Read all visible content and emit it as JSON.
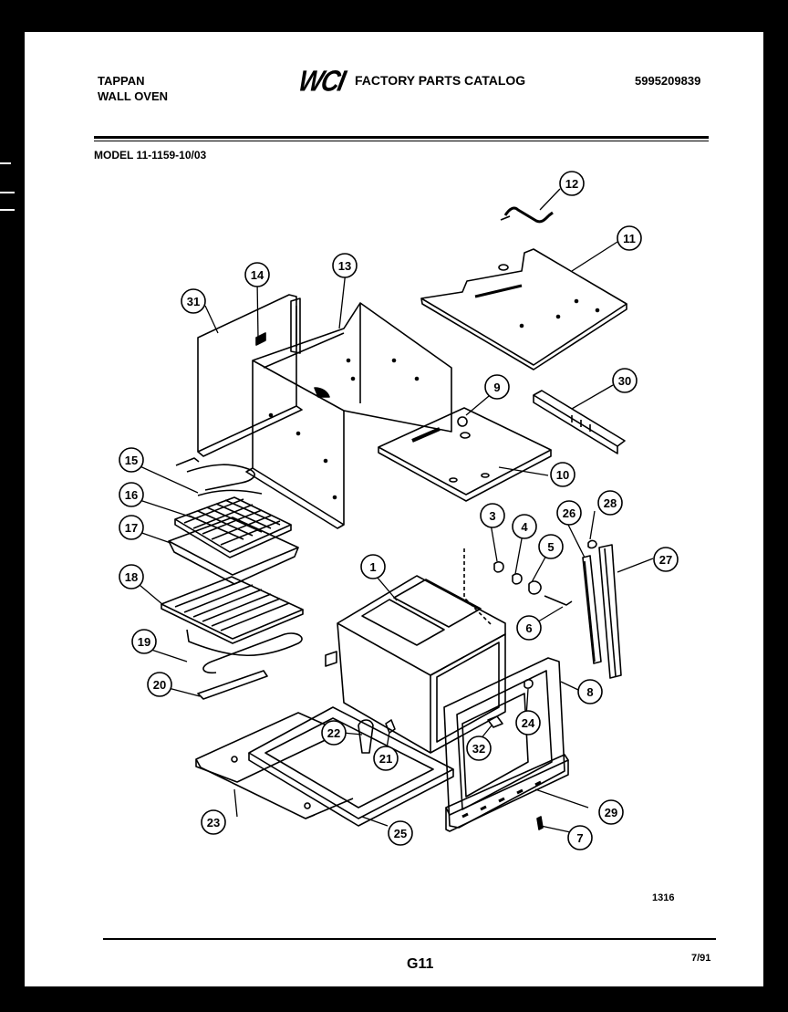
{
  "header": {
    "brand_line1": "TAPPAN",
    "brand_line2": "WALL OVEN",
    "logo_text": "WCI",
    "catalog_title": "FACTORY PARTS CATALOG",
    "catalog_number": "5995209839",
    "model": "MODEL 11-1159-10/03"
  },
  "diagram": {
    "part_labels": [
      "12",
      "11",
      "14",
      "13",
      "31",
      "9",
      "30",
      "10",
      "15",
      "16",
      "17",
      "3",
      "4",
      "5",
      "26",
      "28",
      "27",
      "18",
      "1",
      "6",
      "19",
      "8",
      "20",
      "22",
      "24",
      "32",
      "21",
      "29",
      "23",
      "25",
      "7"
    ]
  },
  "footer": {
    "diagram_code": "1316",
    "page_code": "G11",
    "date": "7/91"
  }
}
